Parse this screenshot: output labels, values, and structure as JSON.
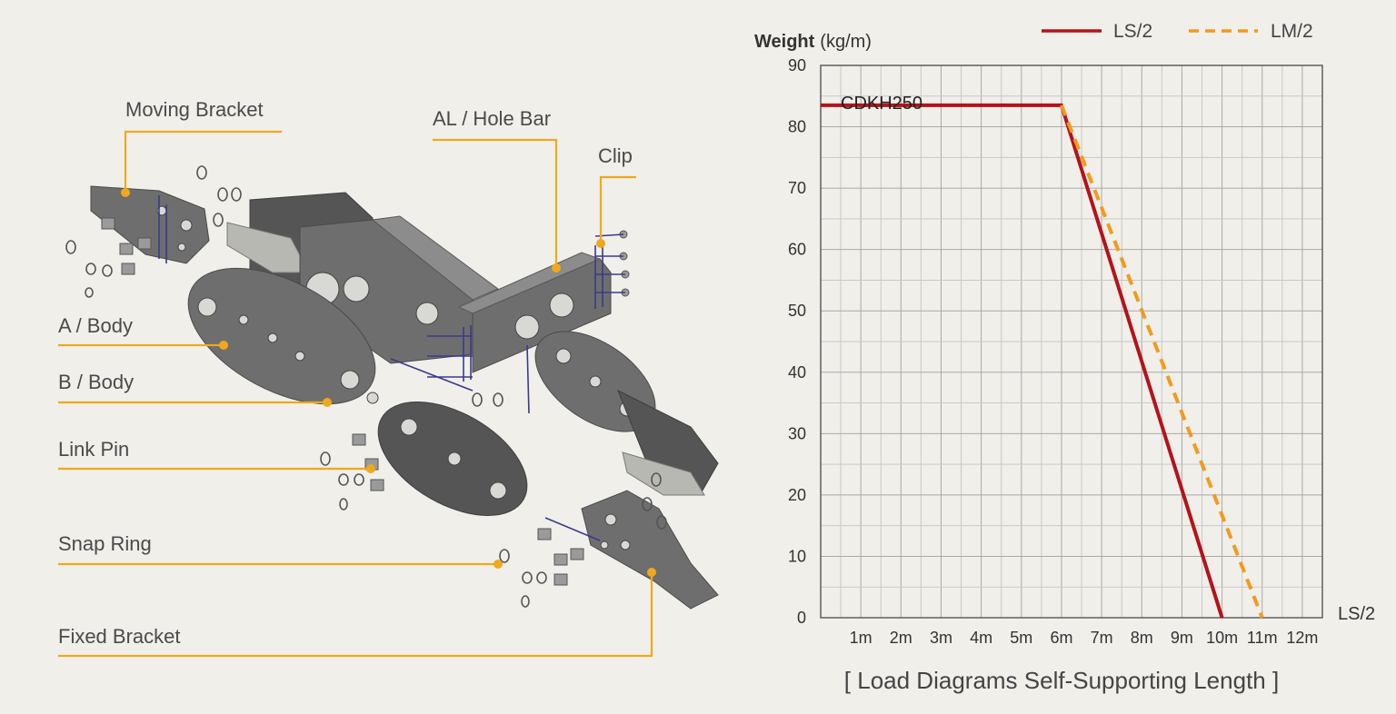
{
  "diagram": {
    "labels": {
      "moving_bracket": "Moving Bracket",
      "al_hole_bar": "AL / Hole Bar",
      "clip": "Clip",
      "a_body": "A / Body",
      "b_body": "B / Body",
      "link_pin": "Link Pin",
      "snap_ring": "Snap Ring",
      "fixed_bracket": "Fixed Bracket"
    },
    "colors": {
      "leader": "#f0a81c",
      "metal": "#6e6e6e"
    }
  },
  "chart_data": {
    "type": "line",
    "title": "",
    "ylabel_bold": "Weight",
    "ylabel_unit": "(kg/m)",
    "xlabel": "LS/2",
    "caption": "[ Load Diagrams Self-Supporting Length ]",
    "series_label": "CDKH250",
    "xlim": [
      0,
      12.5
    ],
    "ylim": [
      0,
      90
    ],
    "x_ticks": [
      1,
      2,
      3,
      4,
      5,
      6,
      7,
      8,
      9,
      10,
      11,
      12
    ],
    "x_tick_labels": [
      "1m",
      "2m",
      "3m",
      "4m",
      "5m",
      "6m",
      "7m",
      "8m",
      "9m",
      "10m",
      "11m",
      "12m"
    ],
    "y_ticks": [
      0,
      10,
      20,
      30,
      40,
      50,
      60,
      70,
      80,
      90
    ],
    "y_tick_labels": [
      "0",
      "10",
      "20",
      "30",
      "40",
      "50",
      "60",
      "70",
      "80",
      "90"
    ],
    "grid": true,
    "legend_placement": "top-right",
    "series": [
      {
        "name": "LS/2",
        "style": "solid",
        "color": "#b5121b",
        "x": [
          0,
          6,
          10
        ],
        "y": [
          83.5,
          83.5,
          0
        ]
      },
      {
        "name": "LM/2",
        "style": "dashed",
        "color": "#f39a1c",
        "x": [
          6,
          11
        ],
        "y": [
          83.5,
          0
        ]
      }
    ]
  }
}
